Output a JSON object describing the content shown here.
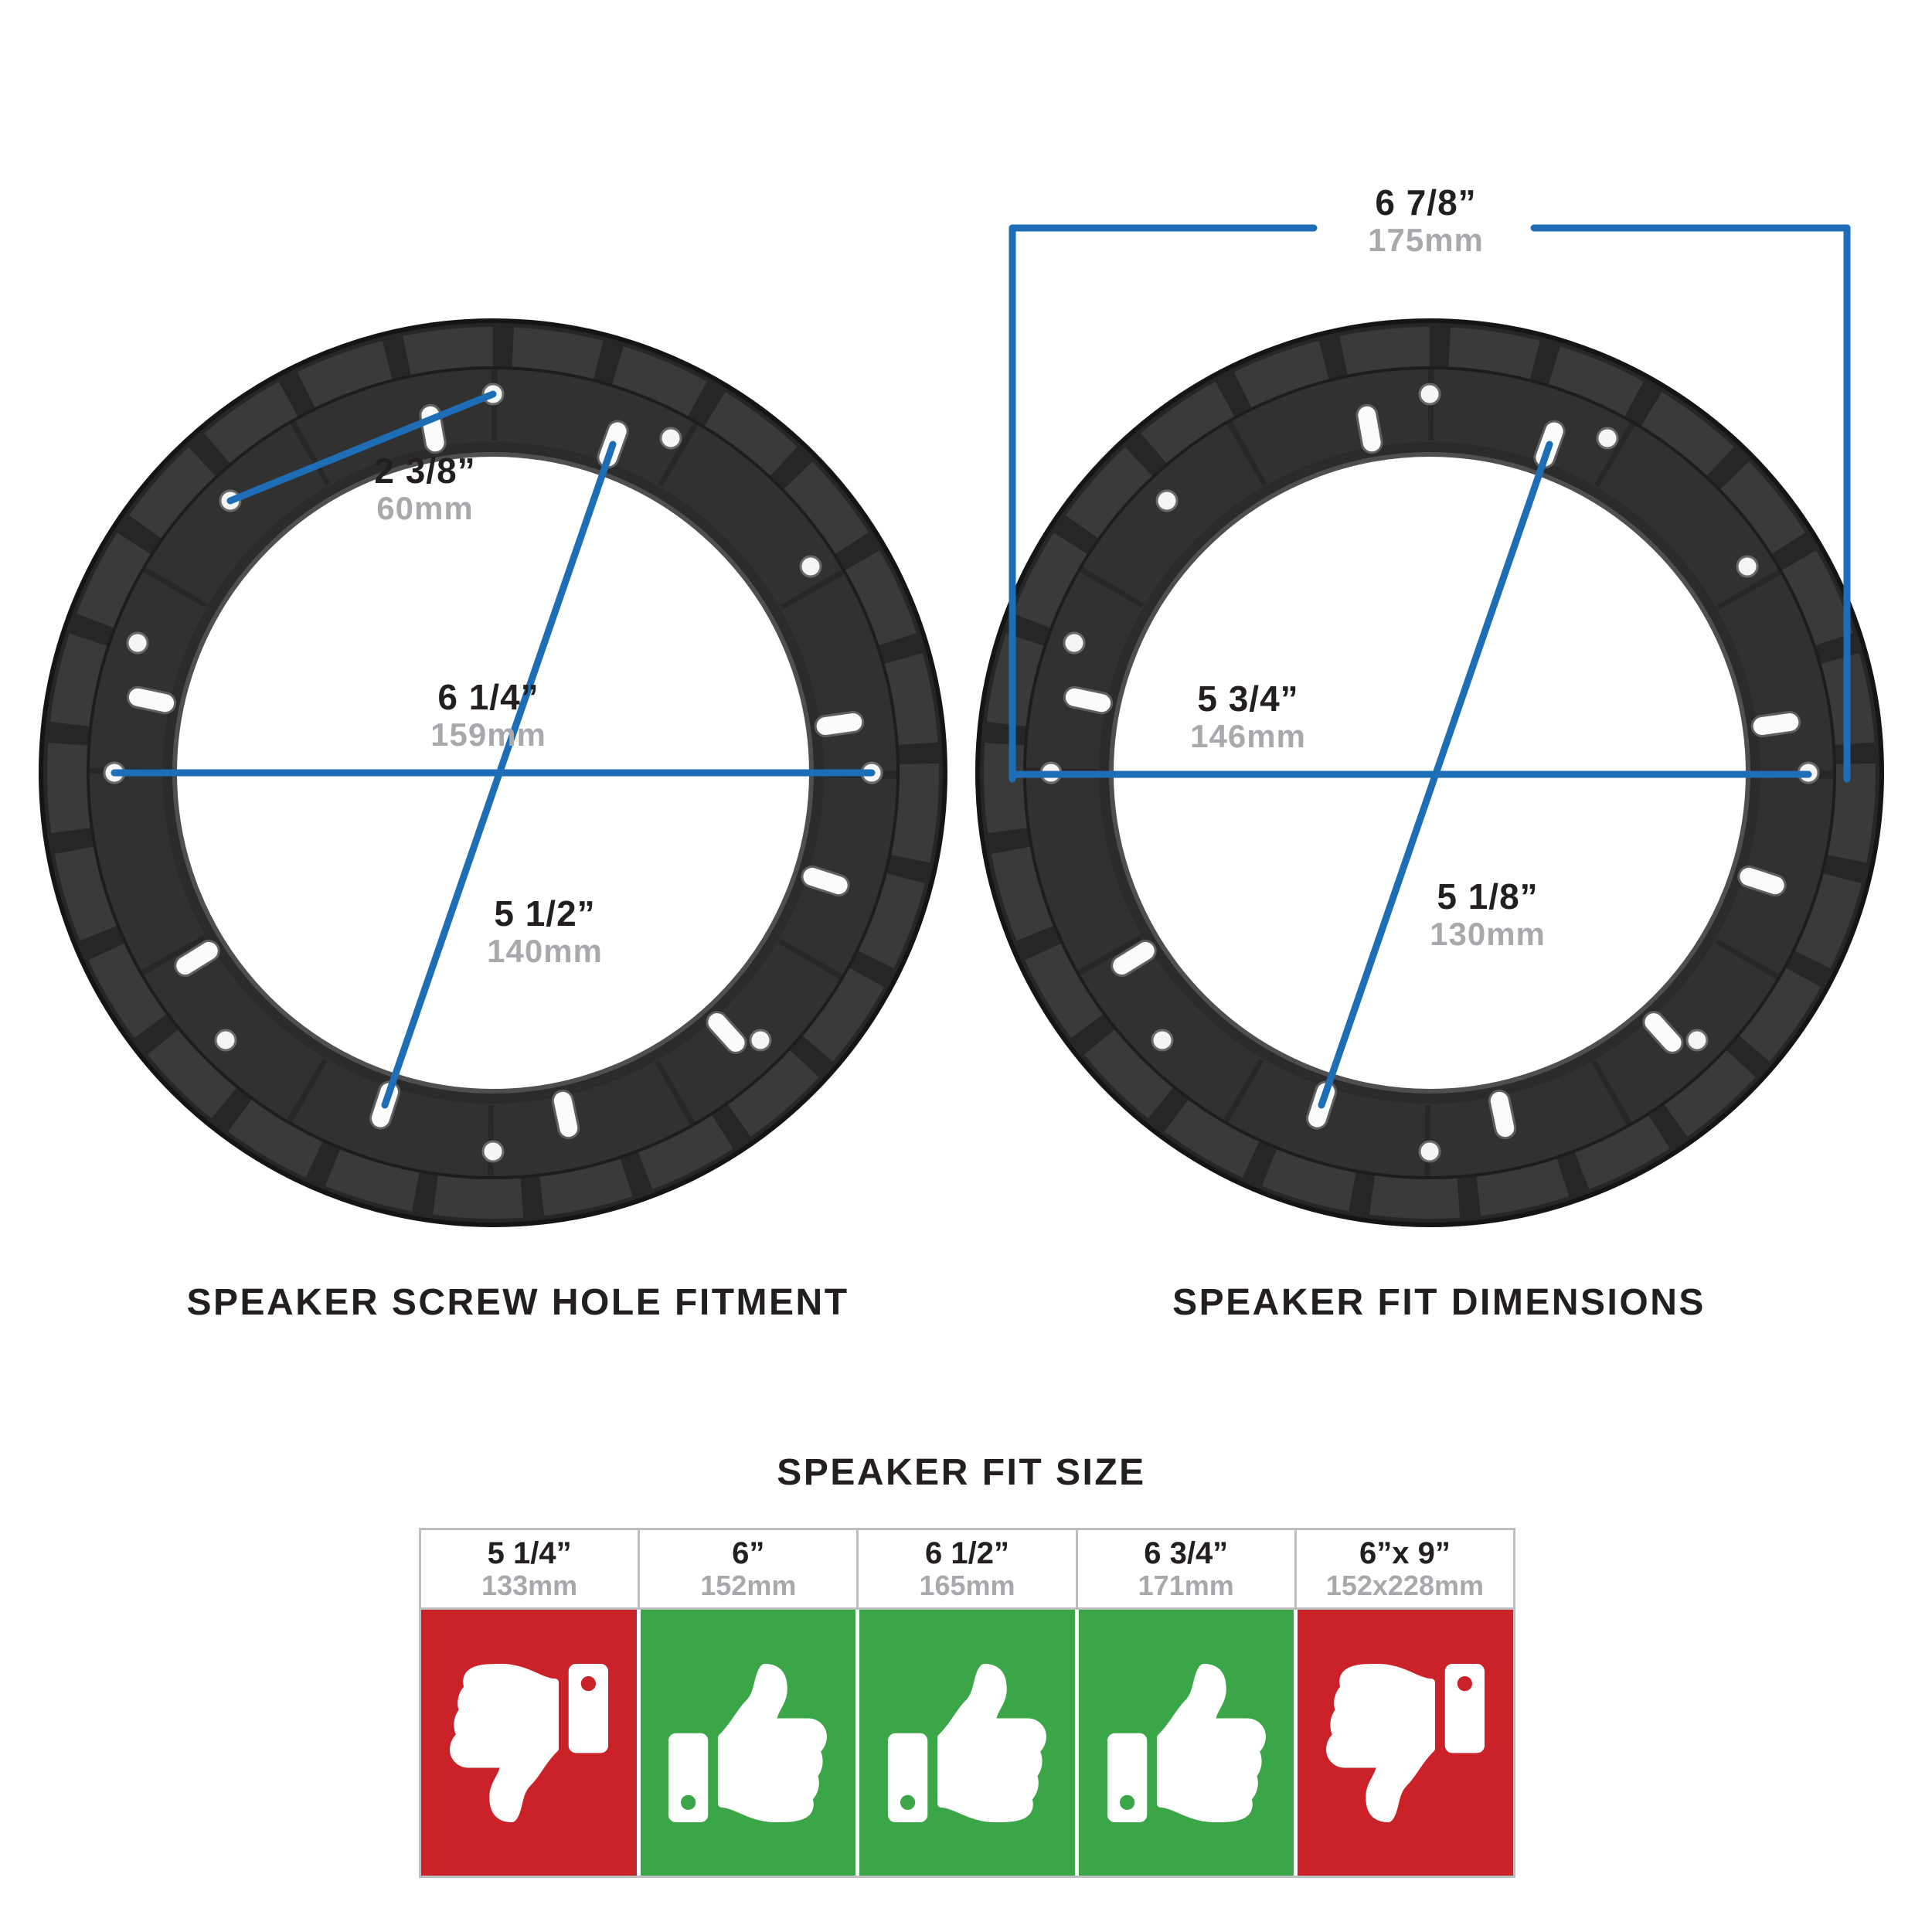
{
  "colors": {
    "dimension_blue": "#1d6eb7",
    "fit_green": "#3aa648",
    "no_fit_red": "#cb2229",
    "mm_gray": "#a7a9ac",
    "text_dark": "#231f20",
    "ring_dark": "#2e2e2e"
  },
  "left_diagram": {
    "title": "SPEAKER SCREW HOLE FITMENT",
    "measurements": {
      "hole_spacing_small": {
        "inches": "2 3/8”",
        "mm": "60mm"
      },
      "diameter_horizontal": {
        "inches": "6 1/4”",
        "mm": "159mm"
      },
      "diameter_diagonal": {
        "inches": "5 1/2”",
        "mm": "140mm"
      }
    }
  },
  "right_diagram": {
    "title": "SPEAKER FIT DIMENSIONS",
    "measurements": {
      "outer_width": {
        "inches": "6 7/8”",
        "mm": "175mm"
      },
      "diameter_horizontal": {
        "inches": "5 3/4”",
        "mm": "146mm"
      },
      "diameter_diagonal": {
        "inches": "5 1/8”",
        "mm": "130mm"
      }
    }
  },
  "fit_table": {
    "title": "SPEAKER FIT SIZE",
    "columns": [
      {
        "inches": "5 1/4”",
        "mm": "133mm",
        "fits": false,
        "icon": "thumbs-down-icon"
      },
      {
        "inches": "6”",
        "mm": "152mm",
        "fits": true,
        "icon": "thumbs-up-icon"
      },
      {
        "inches": "6 1/2”",
        "mm": "165mm",
        "fits": true,
        "icon": "thumbs-up-icon"
      },
      {
        "inches": "6 3/4”",
        "mm": "171mm",
        "fits": true,
        "icon": "thumbs-up-icon"
      },
      {
        "inches": "6”x 9”",
        "mm": "152x228mm",
        "fits": false,
        "icon": "thumbs-down-icon"
      }
    ]
  }
}
